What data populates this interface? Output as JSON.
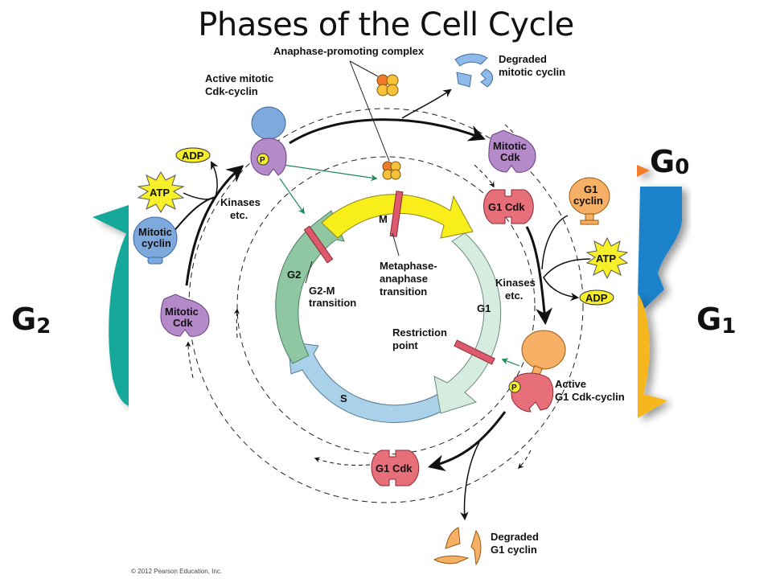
{
  "title": "Phases of the Cell Cycle",
  "background_phases": {
    "g0": {
      "main": "G",
      "sub": "0"
    },
    "g1": {
      "main": "G",
      "sub": "1"
    },
    "g2": {
      "main": "G",
      "sub": "2"
    }
  },
  "cycle": {
    "phases": [
      {
        "id": "m",
        "label": "M"
      },
      {
        "id": "g1",
        "label": "G1"
      },
      {
        "id": "s",
        "label": "S"
      },
      {
        "id": "g2",
        "label": "G2"
      }
    ],
    "checkpoints": {
      "g2m": [
        "G2-M",
        "transition"
      ],
      "meta": [
        "Metaphase-",
        "anaphase",
        "transition"
      ],
      "restriction": [
        "Restriction",
        "point"
      ]
    }
  },
  "molecules": {
    "apc_label": "Anaphase-promoting complex",
    "degraded_mitotic": [
      "Degraded",
      "mitotic cyclin"
    ],
    "active_mitotic": [
      "Active mitotic",
      "Cdk-cyclin"
    ],
    "mitotic_cdk_top": [
      "Mitotic",
      "Cdk"
    ],
    "g1_cdk": "G1 Cdk",
    "g1_cyclin": [
      "G1",
      "cyclin"
    ],
    "atp": "ATP",
    "adp": "ADP",
    "kinases": [
      "Kinases",
      "etc."
    ],
    "mitotic_cyclin": [
      "Mitotic",
      "cyclin"
    ],
    "mitotic_cdk_left": [
      "Mitotic",
      "Cdk"
    ],
    "active_g1": [
      "Active",
      "G1 Cdk-cyclin"
    ],
    "degraded_g1": [
      "Degraded",
      "G1 cyclin"
    ],
    "phospho": "P"
  },
  "copyright": "© 2012 Pearson Education, Inc.",
  "colors": {
    "m_phase": "#f7ee1a",
    "g1_phase": "#d7ece0",
    "s_phase": "#a9d1ea",
    "g2_phase": "#8fc7a3",
    "checkpoint": "#dc5a6b",
    "mitotic_cdk": "#b48ac8",
    "g1_cdk": "#e76f7a",
    "cyclin_blue": "#6c9fd9",
    "g1_cyclin": "#f5b066",
    "atp_yellow": "#f7ef2a",
    "bg_teal": "#14a89a",
    "bg_blue": "#1f82c9",
    "bg_gold": "#f6b71b",
    "bg_orange": "#f27b2a"
  }
}
